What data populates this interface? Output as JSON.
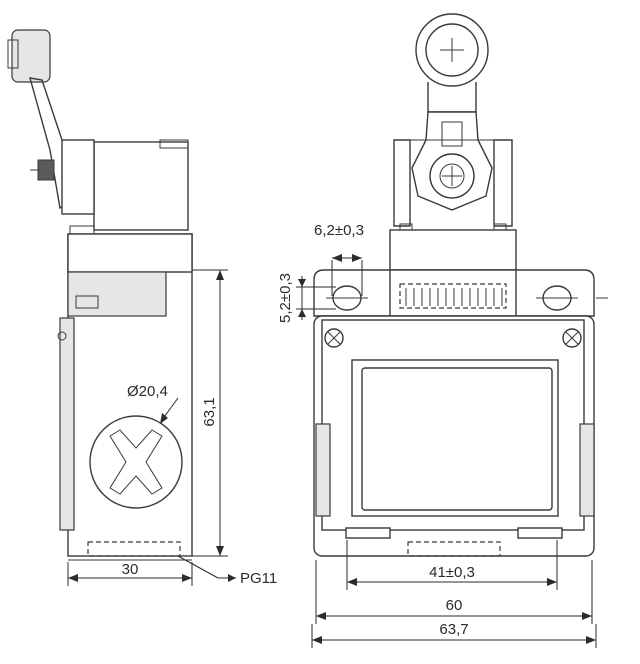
{
  "dimensions": {
    "left_height": "63,1",
    "left_width": "30",
    "diameter": "Ø20,4",
    "cable_entry": "PG11",
    "hole_width": "6,2±0,3",
    "hole_height": "5,2±0,3",
    "mount_spacing": "41±0,3",
    "width_inner": "60",
    "width_outer": "63,7"
  }
}
